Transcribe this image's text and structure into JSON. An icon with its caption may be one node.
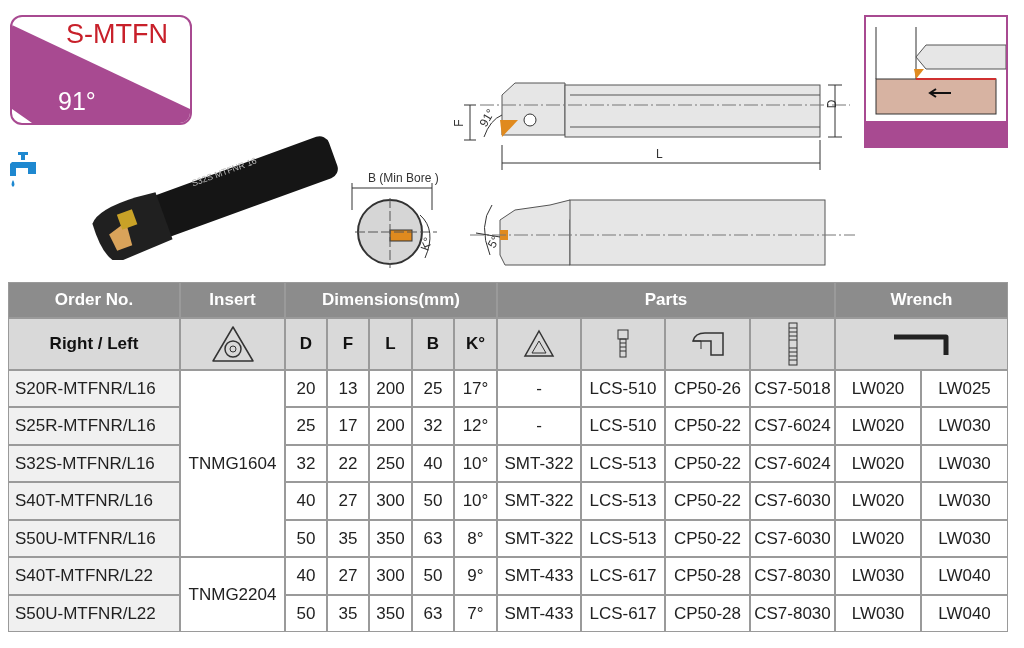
{
  "diagram": {
    "labels": [
      "S-MTFN",
      "91°",
      "S32S MTFNR 16",
      "B (Min Bore )",
      "F",
      "91°",
      "D",
      "L",
      "K°",
      "5°",
      "Order No.",
      "Insert",
      "Dimensions(mm)",
      "Parts",
      "Wrench",
      "Right / Left",
      "D",
      "F",
      "L",
      "B",
      "K°",
      "S20R-MTFNR/L16",
      "TNMG1604",
      "20",
      "13",
      "200",
      "25",
      "17°",
      "-",
      "LCS-510",
      "CP50-26",
      "CS7-5018",
      "LW020",
      "LW025",
      "S25R-MTFNR/L16",
      "25",
      "17",
      "200",
      "32",
      "12°",
      "-",
      "LCS-510",
      "CP50-22",
      "CS7-6024",
      "LW020",
      "LW030",
      "S32S-MTFNR/L16",
      "32",
      "22",
      "250",
      "40",
      "10°",
      "SMT-322",
      "LCS-513",
      "CP50-22",
      "CS7-6024",
      "LW020",
      "LW030",
      "S40T-MTFNR/L16",
      "40",
      "27",
      "300",
      "50",
      "10°",
      "SMT-322",
      "LCS-513",
      "CP50-22",
      "CS7-6030",
      "LW020",
      "LW030",
      "S50U-MTFNR/L16",
      "50",
      "35",
      "350",
      "63",
      "8°",
      "SMT-322",
      "LCS-513",
      "CP50-22",
      "CS7-6030",
      "LW020",
      "LW030",
      "S40T-MTFNR/L22",
      "TNMG2204",
      "40",
      "27",
      "300",
      "50",
      "9°",
      "SMT-433",
      "LCS-617",
      "CP50-28",
      "CS7-8030",
      "LW030",
      "LW040",
      "S50U-MTFNR/L22",
      "50",
      "35",
      "350",
      "63",
      "7°",
      "SMT-433",
      "LCS-617",
      "CP50-28",
      "CS7-8030",
      "LW030",
      "LW040"
    ]
  }
}
